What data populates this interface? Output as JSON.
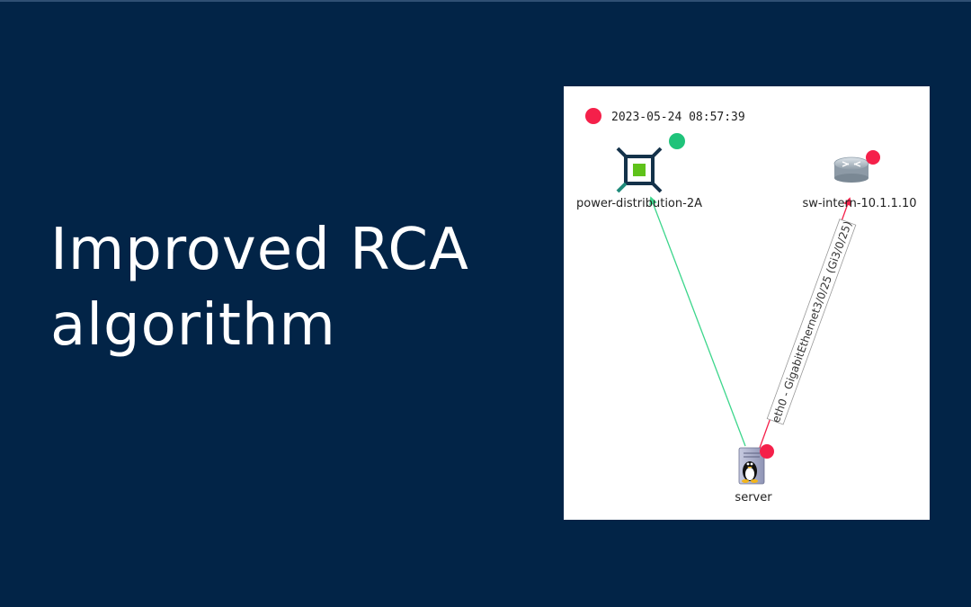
{
  "slide": {
    "title_line1": "Improved RCA",
    "title_line2": "algorithm",
    "background": "#022447"
  },
  "diagram": {
    "timestamp": "2023-05-24 08:57:39",
    "colors": {
      "status_down": "#f5204a",
      "status_up": "#1fc37a",
      "edge_up": "#3dd68c",
      "edge_down": "#f5204a"
    },
    "nodes": [
      {
        "id": "power",
        "label": "power-distribution-2A",
        "icon": "power-distribution-icon",
        "status": "up"
      },
      {
        "id": "switch",
        "label": "sw-intern-10.1.1.10",
        "icon": "router-icon",
        "status": "down"
      },
      {
        "id": "server",
        "label": "server",
        "icon": "linux-server-icon",
        "status": "down"
      }
    ],
    "edges": [
      {
        "from": "server",
        "to": "power",
        "label": "",
        "status": "up"
      },
      {
        "from": "server",
        "to": "switch",
        "label": "eth0 - GigabitEthernet3/0/25 (Gi3/0/25)",
        "status": "down"
      }
    ]
  }
}
